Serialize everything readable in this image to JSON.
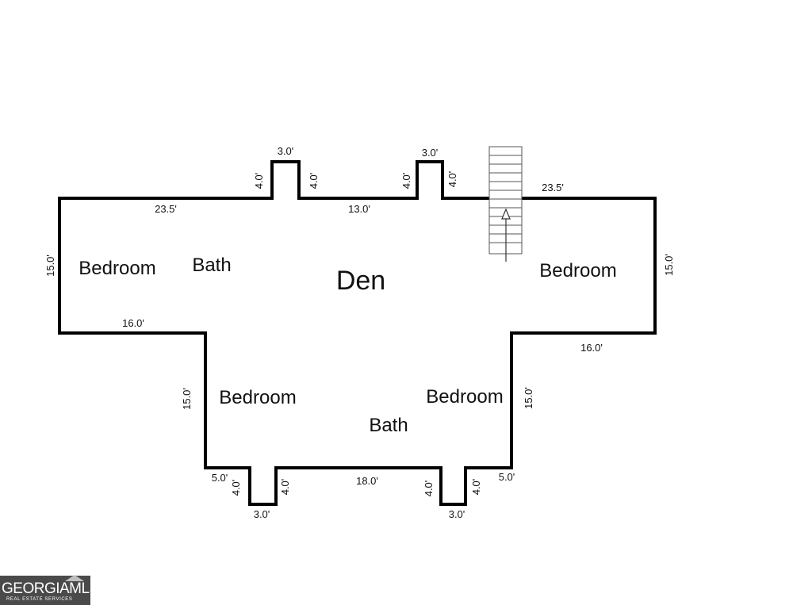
{
  "rooms": {
    "den": "Den",
    "bedroom_top_left": "Bedroom",
    "bath_top": "Bath",
    "bedroom_top_right": "Bedroom",
    "bedroom_bottom_left": "Bedroom",
    "bedroom_bottom_right": "Bedroom",
    "bath_bottom": "Bath"
  },
  "dimensions": {
    "top_left_wall": "23.5'",
    "top_right_wall": "23.5'",
    "top_middle_wall": "13.0'",
    "bump1_width": "3.0'",
    "bump1_left_depth": "4.0'",
    "bump1_right_depth": "4.0'",
    "bump2_width": "3.0'",
    "bump2_left_depth": "4.0'",
    "bump2_right_depth": "4.0'",
    "left_wall": "15.0'",
    "right_wall": "15.0'",
    "left_step": "16.0'",
    "right_step": "16.0'",
    "lower_left_wall": "15.0'",
    "lower_right_wall": "15.0'",
    "bottom_left_ledge": "5.0'",
    "bottom_right_ledge": "5.0'",
    "bottom_middle_wall": "18.0'",
    "bump3_width": "3.0'",
    "bump3_left_depth": "4.0'",
    "bump3_right_depth": "4.0'",
    "bump4_width": "3.0'",
    "bump4_left_depth": "4.0'",
    "bump4_right_depth": "4.0'"
  },
  "logo": {
    "brand": "GEORGIAMLS",
    "tagline": "REAL ESTATE SERVICES"
  },
  "colors": {
    "wall": "#000000",
    "stair_lines": "#555555",
    "logo_bg": "#4a4a4a"
  }
}
